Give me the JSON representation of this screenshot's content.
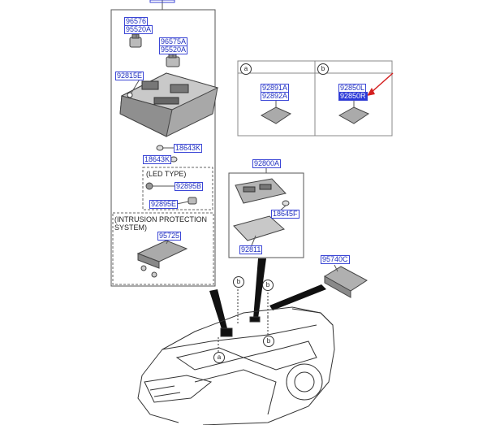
{
  "diagram": {
    "part_numbers": {
      "p96576": "96576",
      "p95520A_1": "95520A",
      "p96575A": "96575A",
      "p95520A_2": "95520A",
      "p92815E": "92815E",
      "p18643K_1": "18643K",
      "p18643K_2": "18643K",
      "p92895B": "92895B",
      "p92895E": "92895E",
      "p95725": "95725",
      "p92891A": "92891A",
      "p92892A": "92892A",
      "p92850": "92850L",
      "p92850_hl": "92850R",
      "p92800A": "92800A",
      "p18645F": "18645F",
      "p92811": "92811",
      "p95740C": "95740C"
    },
    "notes": {
      "led_type": "(LED TYPE)",
      "intrusion_line1": "(INTRUSION PROTECTION",
      "intrusion_line2": "SYSTEM)"
    },
    "callouts": {
      "a": "a",
      "b": "b"
    },
    "highlight_color": "#2a39d8",
    "arrow_color": "#d42020"
  }
}
